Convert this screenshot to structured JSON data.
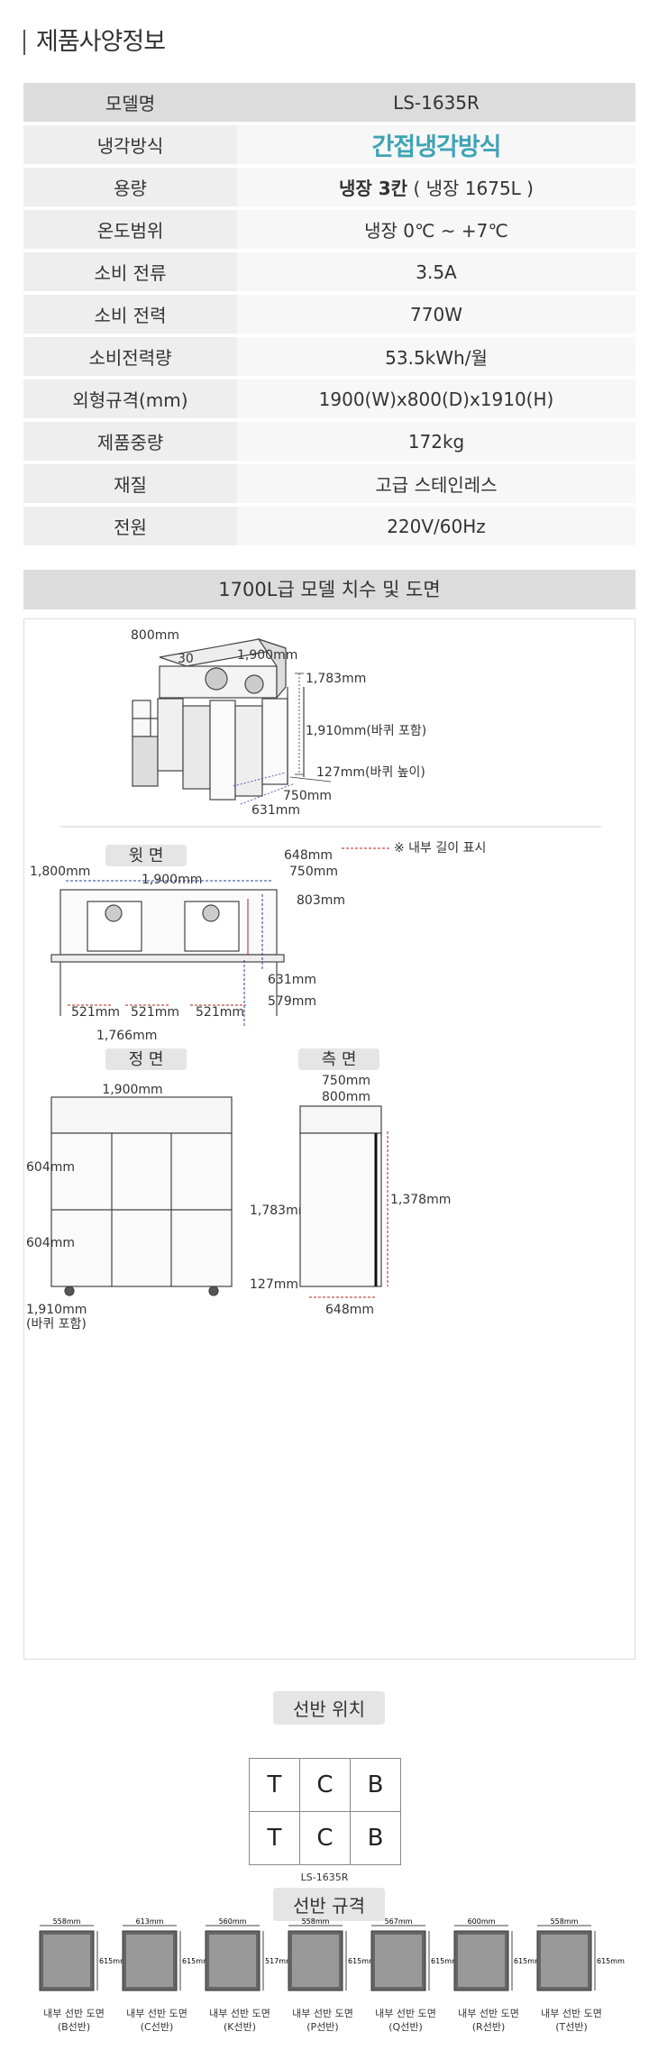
{
  "title": "제품사양정보",
  "spec": [
    {
      "k": "모델명",
      "v": "LS-1635R"
    },
    {
      "k": "냉각방식",
      "v": "간접냉각방식"
    },
    {
      "k": "용량",
      "v_bold": "냉장 3칸",
      "v": "( 냉장 1675L )"
    },
    {
      "k": "온도범위",
      "v": "냉장 0℃ ~ +7℃"
    },
    {
      "k": "소비 전류",
      "v": "3.5A"
    },
    {
      "k": "소비 전력",
      "v": "770W"
    },
    {
      "k": "소비전력량",
      "v": "53.5kWh/월"
    },
    {
      "k": "외형규격(mm)",
      "v": "1900(W)x800(D)x1910(H)"
    },
    {
      "k": "제품중량",
      "v": "172kg"
    },
    {
      "k": "재질",
      "v": "고급 스테인레스"
    },
    {
      "k": "전원",
      "v": "220V/60Hz"
    }
  ],
  "section_title": "1700L급 모델 치수 및 도면",
  "iso": {
    "d1": "800mm",
    "d2": "1,900mm",
    "d3": "1,783mm",
    "d4": "1,910mm(바퀴 포함)",
    "d5": "127mm(바퀴 높이)",
    "d6": "750mm",
    "d7": "631mm",
    "d8": "30"
  },
  "top": {
    "label": "윗 면",
    "note": "※ 내부 길이 표시",
    "w1": "1,800mm",
    "w2": "1,900mm",
    "r1": "648mm",
    "r2": "750mm",
    "r3": "803mm",
    "r4": "631mm",
    "r5": "579mm",
    "s1": "521mm",
    "s2": "521mm",
    "s3": "521mm",
    "sw": "1,766mm"
  },
  "front": {
    "label": "정 면",
    "w": "1,900mm",
    "h1": "1,783mm",
    "h2": "127mm",
    "h3": "1,910mm",
    "h3b": "(바퀴 포함)",
    "l1": "604mm",
    "l2": "604mm"
  },
  "side": {
    "label": "측 면",
    "w1": "750mm",
    "w2": "800mm",
    "h": "1,378mm",
    "b": "648mm"
  },
  "shelf_position": {
    "label": "선반 위치",
    "rows": [
      [
        "T",
        "C",
        "B"
      ],
      [
        "T",
        "C",
        "B"
      ]
    ],
    "model": "LS-1635R"
  },
  "shelf_spec": {
    "label": "선반 규격",
    "items": [
      {
        "w": "558mm",
        "h": "615mm",
        "cap1": "내부 선반 도면",
        "cap2": "(B선반)"
      },
      {
        "w": "613mm",
        "h": "615mm",
        "cap1": "내부 선반 도면",
        "cap2": "(C선반)"
      },
      {
        "w": "560mm",
        "h": "517mm",
        "cap1": "내부 선반 도면",
        "cap2": "(K선반)"
      },
      {
        "w": "558mm",
        "h": "615mm",
        "cap1": "내부 선반 도면",
        "cap2": "(P선반)"
      },
      {
        "w": "567mm",
        "h": "615mm",
        "cap1": "내부 선반 도면",
        "cap2": "(Q선반)"
      },
      {
        "w": "600mm",
        "h": "615mm",
        "cap1": "내부 선반 도면",
        "cap2": "(R선반)"
      },
      {
        "w": "558mm",
        "h": "615mm",
        "cap1": "내부 선반 도면",
        "cap2": "(T선반)"
      }
    ]
  }
}
